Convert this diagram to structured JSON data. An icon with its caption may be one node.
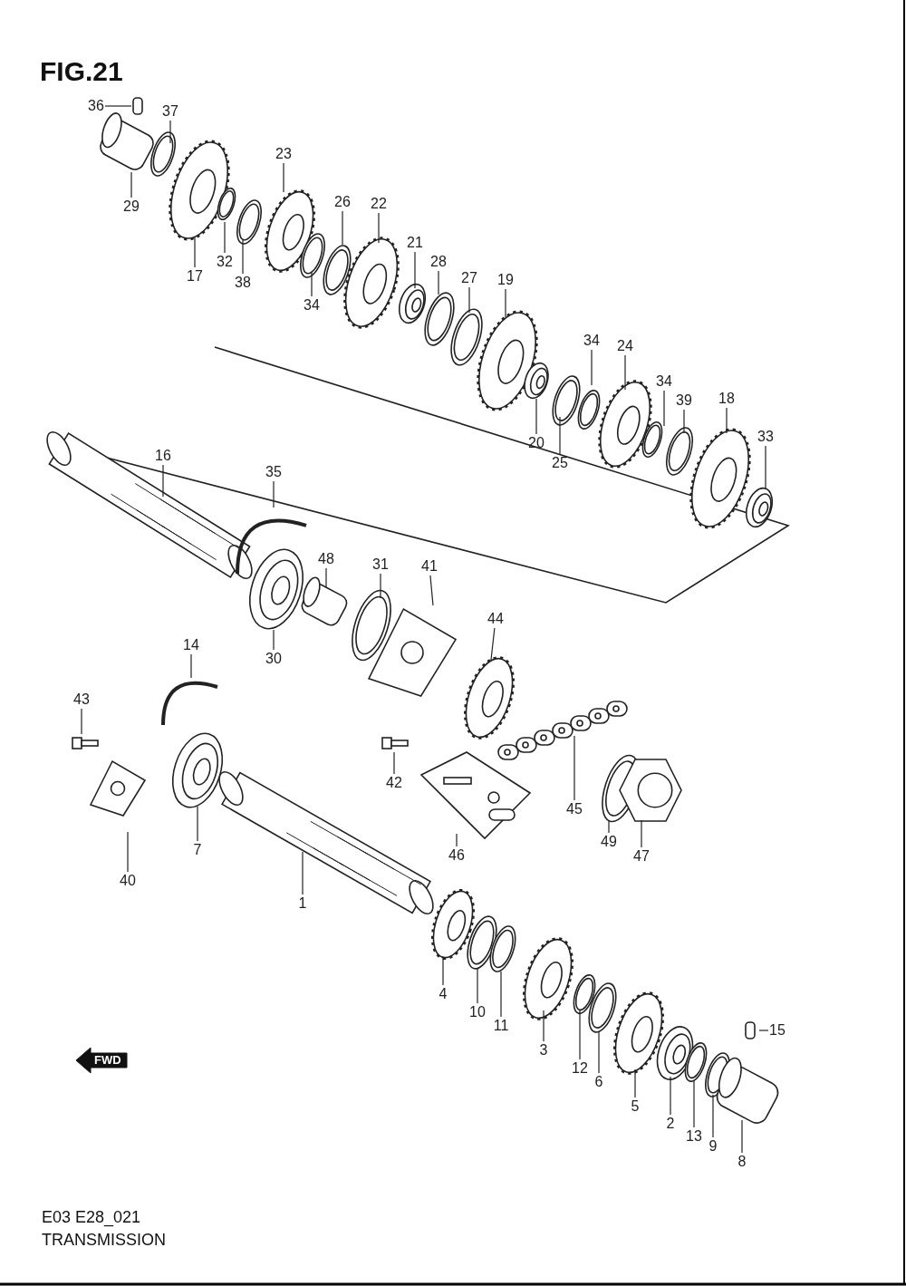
{
  "diagram": {
    "title": "FIG.21",
    "nodes": [
      {
        "text": [
          "36"
        ]
      },
      {
        "text": [
          "37"
        ]
      },
      {
        "text": [
          "29"
        ]
      },
      {
        "text": [
          "23"
        ]
      },
      {
        "text": [
          "26"
        ]
      },
      {
        "text": [
          "22"
        ]
      },
      {
        "text": [
          "17"
        ]
      },
      {
        "text": [
          "32"
        ]
      },
      {
        "text": [
          "38"
        ]
      },
      {
        "text": [
          "34"
        ]
      },
      {
        "text": [
          "21"
        ]
      },
      {
        "text": [
          "28"
        ]
      },
      {
        "text": [
          "27"
        ]
      },
      {
        "text": [
          "19"
        ]
      },
      {
        "text": [
          "34"
        ]
      },
      {
        "text": [
          "24"
        ]
      },
      {
        "text": [
          "34"
        ]
      },
      {
        "text": [
          "39"
        ]
      },
      {
        "text": [
          "18"
        ]
      },
      {
        "text": [
          "33"
        ]
      },
      {
        "text": [
          "20"
        ]
      },
      {
        "text": [
          "25"
        ]
      },
      {
        "text": [
          "16"
        ]
      },
      {
        "text": [
          "35"
        ]
      },
      {
        "text": [
          "48"
        ]
      },
      {
        "text": [
          "31"
        ]
      },
      {
        "text": [
          "41"
        ]
      },
      {
        "text": [
          "44"
        ]
      },
      {
        "text": [
          "30"
        ]
      },
      {
        "text": [
          "14"
        ]
      },
      {
        "text": [
          "43"
        ]
      },
      {
        "text": [
          "42"
        ]
      },
      {
        "text": [
          "45"
        ]
      },
      {
        "text": [
          "46"
        ]
      },
      {
        "text": [
          "49"
        ]
      },
      {
        "text": [
          "47"
        ]
      },
      {
        "text": [
          "7"
        ]
      },
      {
        "text": [
          "40"
        ]
      },
      {
        "text": [
          "1"
        ]
      },
      {
        "text": [
          "4"
        ]
      },
      {
        "text": [
          "10"
        ]
      },
      {
        "text": [
          "11"
        ]
      },
      {
        "text": [
          "15"
        ]
      },
      {
        "text": [
          "3"
        ]
      },
      {
        "text": [
          "12"
        ]
      },
      {
        "text": [
          "6"
        ]
      },
      {
        "text": [
          "5"
        ]
      },
      {
        "text": [
          "2"
        ]
      },
      {
        "text": [
          "13"
        ]
      },
      {
        "text": [
          "9"
        ]
      },
      {
        "text": [
          "8"
        ]
      },
      {
        "text": [],
        "shape": "pin"
      },
      {
        "text": [],
        "shape": "ring"
      },
      {
        "text": [],
        "shape": "cylinder"
      },
      {
        "text": [],
        "shape": "gear"
      },
      {
        "text": [],
        "shape": "ring"
      },
      {
        "text": [],
        "shape": "gear"
      },
      {
        "text": [],
        "shape": "gear"
      },
      {
        "text": [],
        "shape": "ring"
      },
      {
        "text": [],
        "shape": "ring"
      },
      {
        "text": [],
        "shape": "ring"
      },
      {
        "text": [],
        "shape": "bearing"
      },
      {
        "text": [],
        "shape": "ring"
      },
      {
        "text": [],
        "shape": "ring"
      },
      {
        "text": [],
        "shape": "gear"
      },
      {
        "text": [],
        "shape": "ring"
      },
      {
        "text": [],
        "shape": "gear"
      },
      {
        "text": [],
        "shape": "ring"
      },
      {
        "text": [],
        "shape": "ring"
      },
      {
        "text": [],
        "shape": "gear"
      },
      {
        "text": [],
        "shape": "bearing"
      },
      {
        "text": [],
        "shape": "bearing"
      },
      {
        "text": [],
        "shape": "ring"
      },
      {
        "text": [],
        "shape": "shaft"
      },
      {
        "text": [],
        "shape": "clip"
      },
      {
        "text": [],
        "shape": "cylinder"
      },
      {
        "text": [],
        "shape": "ring"
      },
      {
        "text": [],
        "shape": "plate"
      },
      {
        "text": [],
        "shape": "gear"
      },
      {
        "text": [],
        "shape": "bearing"
      },
      {
        "text": [],
        "shape": "clip"
      },
      {
        "text": [],
        "shape": "bolt"
      },
      {
        "text": [],
        "shape": "bolt"
      },
      {
        "text": [],
        "shape": "chain"
      },
      {
        "text": [],
        "shape": "box"
      },
      {
        "text": [],
        "shape": "ring"
      },
      {
        "text": [],
        "shape": "nut"
      },
      {
        "text": [],
        "shape": "bearing"
      },
      {
        "text": [],
        "shape": "plate"
      },
      {
        "text": [],
        "shape": "shaft"
      },
      {
        "text": [],
        "shape": "gear"
      },
      {
        "text": [],
        "shape": "ring"
      },
      {
        "text": [],
        "shape": "ring"
      },
      {
        "text": [],
        "shape": "pin"
      },
      {
        "text": [],
        "shape": "gear"
      },
      {
        "text": [],
        "shape": "ring"
      },
      {
        "text": [],
        "shape": "ring"
      },
      {
        "text": [],
        "shape": "gear"
      },
      {
        "text": [],
        "shape": "bearing"
      },
      {
        "text": [],
        "shape": "ring"
      },
      {
        "text": [],
        "shape": "ring"
      },
      {
        "text": [],
        "shape": "cylinder"
      }
    ],
    "edges": [
      {
        "from": 0,
        "to": 51,
        "arrow": "none"
      },
      {
        "from": 1,
        "to": 52,
        "arrow": "none"
      },
      {
        "from": 2,
        "to": 53,
        "arrow": "none"
      },
      {
        "from": 3,
        "to": 54,
        "arrow": "none"
      },
      {
        "from": 4,
        "to": 55,
        "arrow": "none"
      },
      {
        "from": 5,
        "to": 56,
        "arrow": "none"
      },
      {
        "from": 6,
        "to": 57,
        "arrow": "none"
      },
      {
        "from": 7,
        "to": 58,
        "arrow": "none"
      },
      {
        "from": 8,
        "to": 59,
        "arrow": "none"
      },
      {
        "from": 9,
        "to": 60,
        "arrow": "none"
      },
      {
        "from": 10,
        "to": 61,
        "arrow": "none"
      },
      {
        "from": 11,
        "to": 62,
        "arrow": "none"
      },
      {
        "from": 12,
        "to": 63,
        "arrow": "none"
      },
      {
        "from": 13,
        "to": 64,
        "arrow": "none"
      },
      {
        "from": 14,
        "to": 65,
        "arrow": "none"
      },
      {
        "from": 15,
        "to": 66,
        "arrow": "none"
      },
      {
        "from": 16,
        "to": 67,
        "arrow": "none"
      },
      {
        "from": 17,
        "to": 68,
        "arrow": "none"
      },
      {
        "from": 18,
        "to": 69,
        "arrow": "none"
      },
      {
        "from": 19,
        "to": 70,
        "arrow": "none"
      },
      {
        "from": 20,
        "to": 71,
        "arrow": "none"
      },
      {
        "from": 21,
        "to": 72,
        "arrow": "none"
      },
      {
        "from": 22,
        "to": 73,
        "arrow": "none"
      },
      {
        "from": 23,
        "to": 74,
        "arrow": "none"
      },
      {
        "from": 24,
        "to": 75,
        "arrow": "none"
      },
      {
        "from": 25,
        "to": 76,
        "arrow": "none"
      },
      {
        "from": 26,
        "to": 77,
        "arrow": "none"
      },
      {
        "from": 27,
        "to": 78,
        "arrow": "none"
      },
      {
        "from": 28,
        "to": 79,
        "arrow": "none"
      },
      {
        "from": 29,
        "to": 80,
        "arrow": "none"
      },
      {
        "from": 30,
        "to": 81,
        "arrow": "none"
      },
      {
        "from": 31,
        "to": 82,
        "arrow": "none"
      },
      {
        "from": 32,
        "to": 83,
        "arrow": "none"
      },
      {
        "from": 33,
        "to": 84,
        "arrow": "none"
      },
      {
        "from": 34,
        "to": 85,
        "arrow": "none"
      },
      {
        "from": 35,
        "to": 86,
        "arrow": "none"
      },
      {
        "from": 36,
        "to": 87,
        "arrow": "none"
      },
      {
        "from": 37,
        "to": 88,
        "arrow": "none"
      },
      {
        "from": 38,
        "to": 89,
        "arrow": "none"
      },
      {
        "from": 39,
        "to": 90,
        "arrow": "none"
      },
      {
        "from": 40,
        "to": 91,
        "arrow": "none"
      },
      {
        "from": 41,
        "to": 92,
        "arrow": "none"
      },
      {
        "from": 42,
        "to": 93,
        "arrow": "none"
      },
      {
        "from": 43,
        "to": 94,
        "arrow": "none"
      },
      {
        "from": 44,
        "to": 95,
        "arrow": "none"
      },
      {
        "from": 45,
        "to": 96,
        "arrow": "none"
      },
      {
        "from": 46,
        "to": 97,
        "arrow": "none"
      },
      {
        "from": 47,
        "to": 98,
        "arrow": "none"
      },
      {
        "from": 48,
        "to": 99,
        "arrow": "none"
      },
      {
        "from": 49,
        "to": 100,
        "arrow": "none"
      },
      {
        "from": 50,
        "to": 101,
        "arrow": "none"
      }
    ],
    "labels": [
      "FWD",
      "E03 E28_021",
      "TRANSMISSION"
    ]
  }
}
